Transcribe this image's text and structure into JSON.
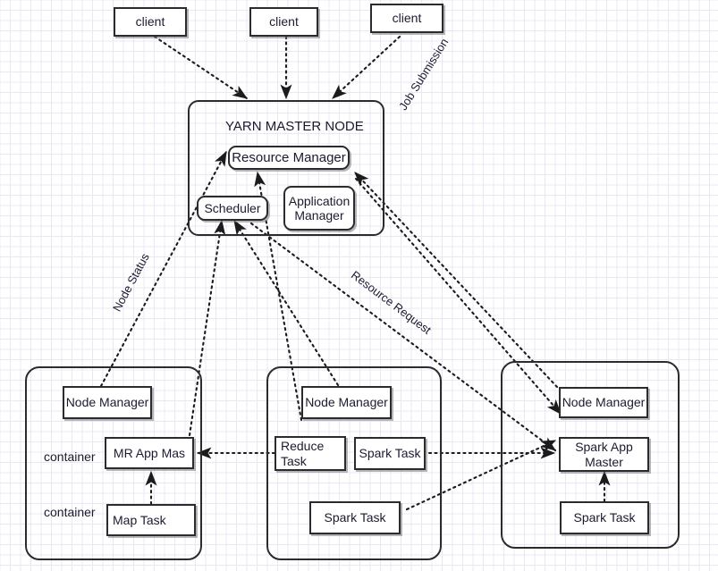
{
  "diagram": {
    "title": "YARN cluster architecture with MapReduce and Spark applications",
    "colors": {
      "stroke": "#2b2b2b",
      "text": "#1b1b2f",
      "grid": "#e8e8f5",
      "background": "#ffffff"
    }
  },
  "clients": [
    {
      "label": "client"
    },
    {
      "label": "client"
    },
    {
      "label": "client"
    }
  ],
  "master": {
    "title": "YARN MASTER NODE",
    "resource_manager": "Resource Manager",
    "scheduler": "Scheduler",
    "application_manager": "Application\nManager"
  },
  "edge_labels": {
    "job_submission": "Job Submission",
    "node_status": "Node Status",
    "resource_request": "Resource Request"
  },
  "nodes": [
    {
      "id": "node-left",
      "node_manager": "Node Manager",
      "container_label_1": "container",
      "container_label_2": "container",
      "items": [
        {
          "label": "MR App Mas"
        },
        {
          "label": "Map Task"
        }
      ]
    },
    {
      "id": "node-middle",
      "node_manager": "Node Manager",
      "items": [
        {
          "label": "Reduce\nTask"
        },
        {
          "label": "Spark Task"
        },
        {
          "label": "Spark Task"
        }
      ]
    },
    {
      "id": "node-right",
      "node_manager": "Node Manager",
      "items": [
        {
          "label": "Spark App\nMaster"
        },
        {
          "label": "Spark Task"
        }
      ]
    }
  ]
}
